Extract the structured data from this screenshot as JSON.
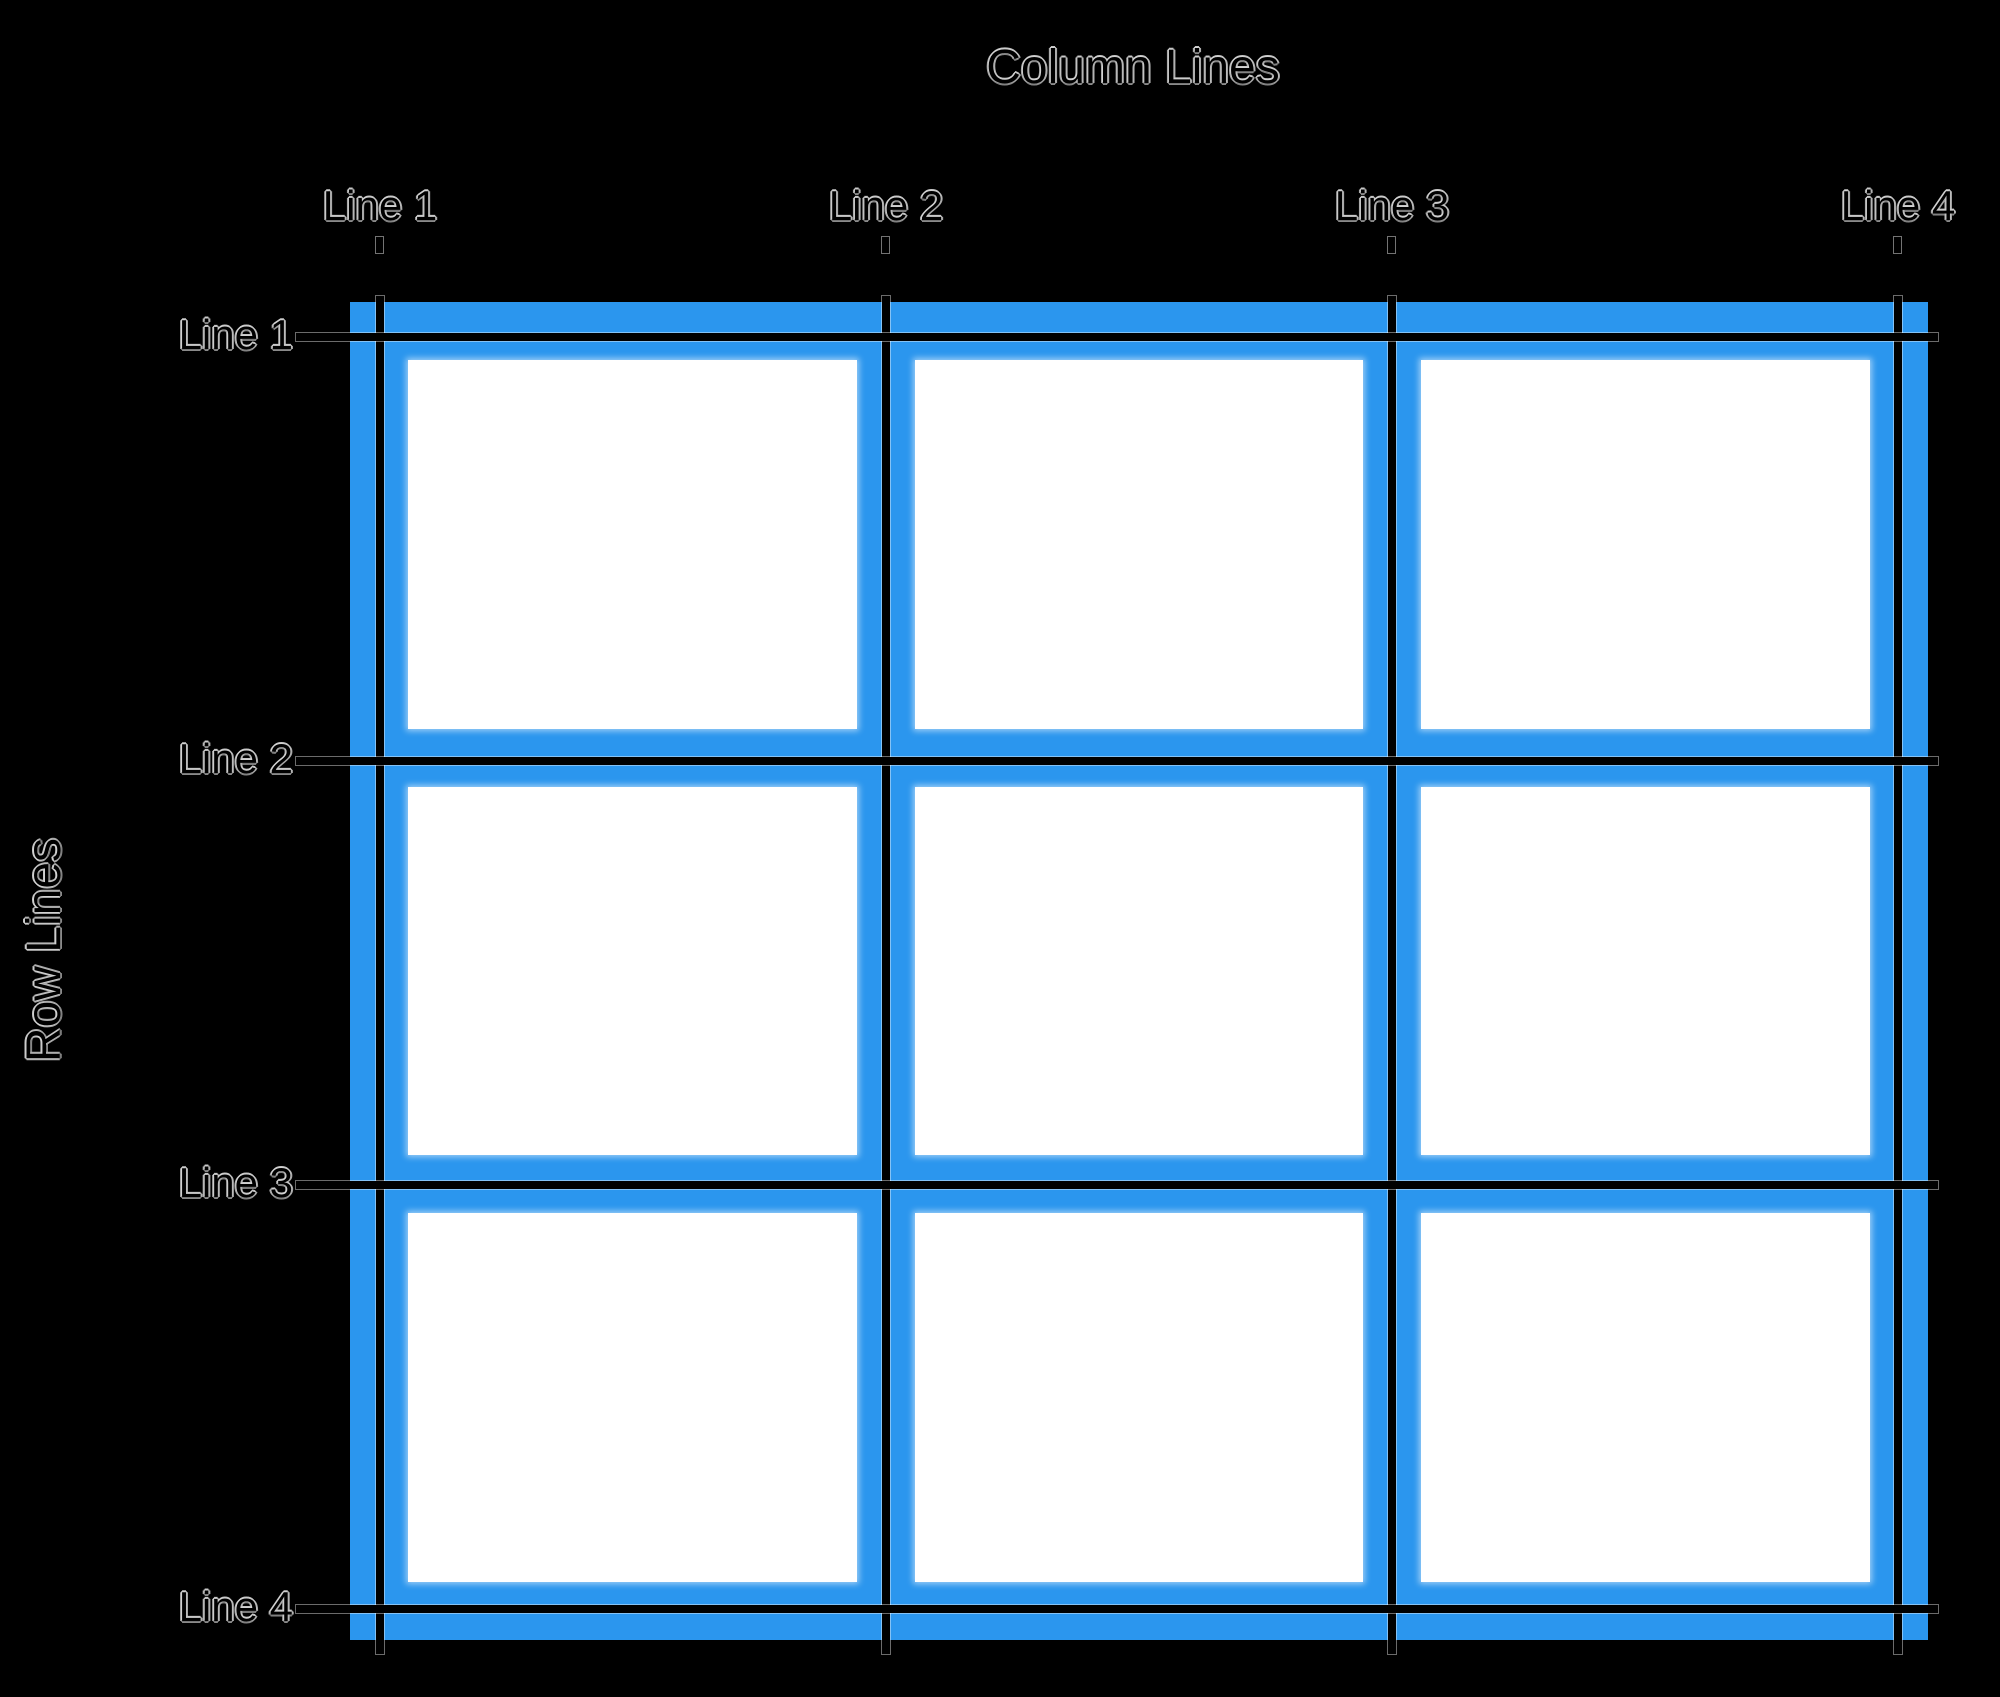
{
  "column_axis": {
    "title": "Column Lines",
    "labels": [
      "Line 1",
      "Line 2",
      "Line 3",
      "Line 4"
    ]
  },
  "row_axis": {
    "title": "Row Lines",
    "labels": [
      "Line 1",
      "Line 2",
      "Line 3",
      "Line 4"
    ]
  },
  "grid": {
    "rows": 3,
    "columns": 3,
    "white_cells": 9,
    "column_line_count": 4,
    "row_line_count": 4
  },
  "colors": {
    "background": "#000000",
    "track_blue": "#2B96EE",
    "cell_white": "#FFFFFF",
    "line_black": "#000000",
    "text_black": "#000000",
    "halo_gray": "#BFBFBF"
  }
}
